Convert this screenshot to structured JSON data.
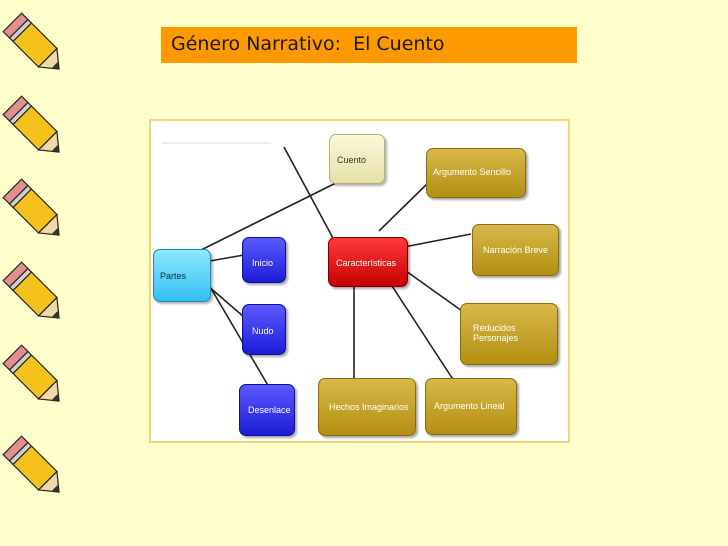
{
  "title": "Género Narrativo:  El Cuento",
  "colors": {
    "background": "#ffffcc",
    "title_bar": "#ff9900",
    "frame_border": "#f2d774",
    "node_gold": "#c4a22a",
    "node_blue": "#2b2bea",
    "node_red": "#e01010",
    "node_cyan": "#5cd4f8",
    "node_cream": "#f2eec4"
  },
  "decorations": {
    "icon": "pencil-icon",
    "count": 6
  },
  "diagram": {
    "nodes": {
      "cuento": "Cuento",
      "argumento_sencillo": "Argumento Sencillo",
      "narracion_breve": "Narración Breve",
      "reducidos_personajes": "Reducidos\nPersonajes",
      "argumento_lineal": "Argumento Lineal",
      "hechos_imaginarios": "Hechos Imaginarios",
      "caracteristicas": "Características",
      "partes": "Partes",
      "inicio": "Inicio",
      "nudo": "Nudo",
      "desenlace": "Desenlace"
    }
  }
}
